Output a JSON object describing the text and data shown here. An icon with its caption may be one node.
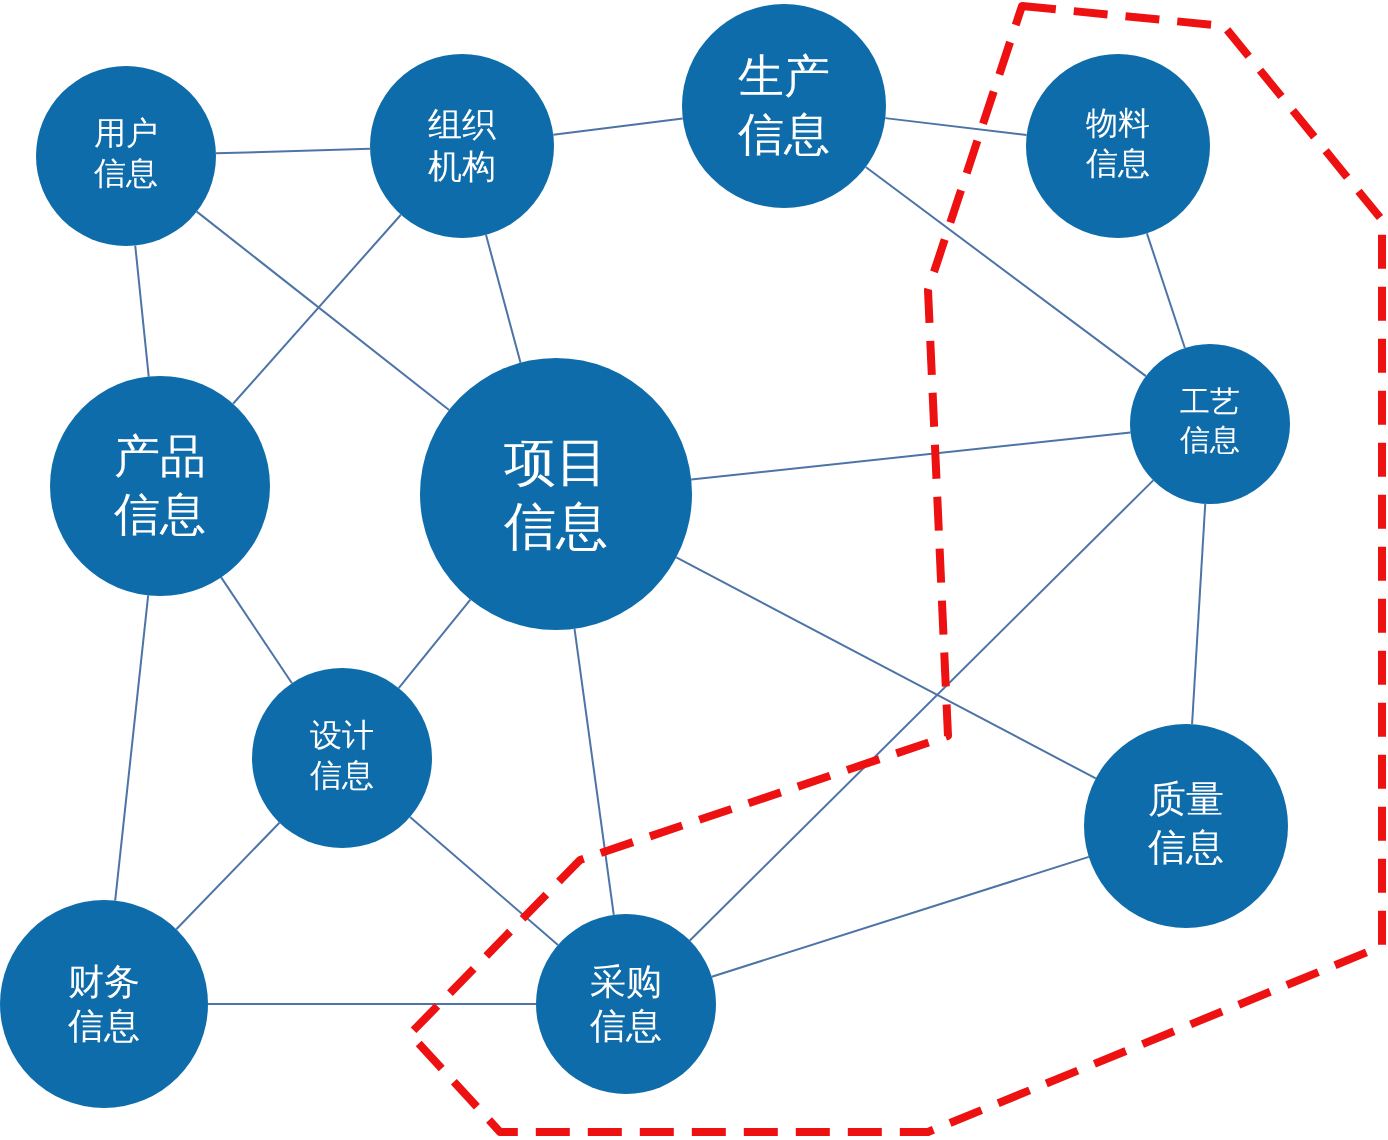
{
  "diagram": {
    "nodes": [
      {
        "text": [
          "用户信息"
        ]
      },
      {
        "text": [
          "组织机构"
        ]
      },
      {
        "text": [
          "生产信息"
        ]
      },
      {
        "text": [],
        "shape": "polygon"
      },
      {
        "text": [
          "物料信息"
        ],
        "in": 3
      },
      {
        "text": [
          "产品信息"
        ]
      },
      {
        "text": [
          "项目信息"
        ]
      },
      {
        "text": [
          "工艺信息"
        ],
        "in": 3
      },
      {
        "text": [
          "设计信息"
        ]
      },
      {
        "text": [
          "质量信息"
        ],
        "in": 3
      },
      {
        "text": [
          "财务信息"
        ]
      },
      {
        "text": [
          "采购信息"
        ],
        "in": 3
      }
    ],
    "edges": [
      {
        "from": 0,
        "to": 1,
        "arrow": "none"
      },
      {
        "from": 1,
        "to": 2,
        "arrow": "none"
      },
      {
        "from": 2,
        "to": 4,
        "arrow": "none"
      },
      {
        "from": 0,
        "to": 5,
        "arrow": "none"
      },
      {
        "from": 0,
        "to": 6,
        "arrow": "none"
      },
      {
        "from": 1,
        "to": 5,
        "arrow": "none"
      },
      {
        "from": 1,
        "to": 6,
        "arrow": "none"
      },
      {
        "from": 2,
        "to": 7,
        "arrow": "none"
      },
      {
        "from": 4,
        "to": 7,
        "arrow": "none"
      },
      {
        "from": 6,
        "to": 7,
        "arrow": "none"
      },
      {
        "from": 6,
        "to": 8,
        "arrow": "none"
      },
      {
        "from": 6,
        "to": 9,
        "arrow": "none"
      },
      {
        "from": 6,
        "to": 11,
        "arrow": "none"
      },
      {
        "from": 5,
        "to": 8,
        "arrow": "none"
      },
      {
        "from": 5,
        "to": 10,
        "arrow": "none"
      },
      {
        "from": 7,
        "to": 9,
        "arrow": "none"
      },
      {
        "from": 7,
        "to": 11,
        "arrow": "none"
      },
      {
        "from": 8,
        "to": 10,
        "arrow": "none"
      },
      {
        "from": 8,
        "to": 11,
        "arrow": "none"
      },
      {
        "from": 10,
        "to": 11,
        "arrow": "none"
      },
      {
        "from": 11,
        "to": 9,
        "arrow": "none"
      }
    ]
  }
}
